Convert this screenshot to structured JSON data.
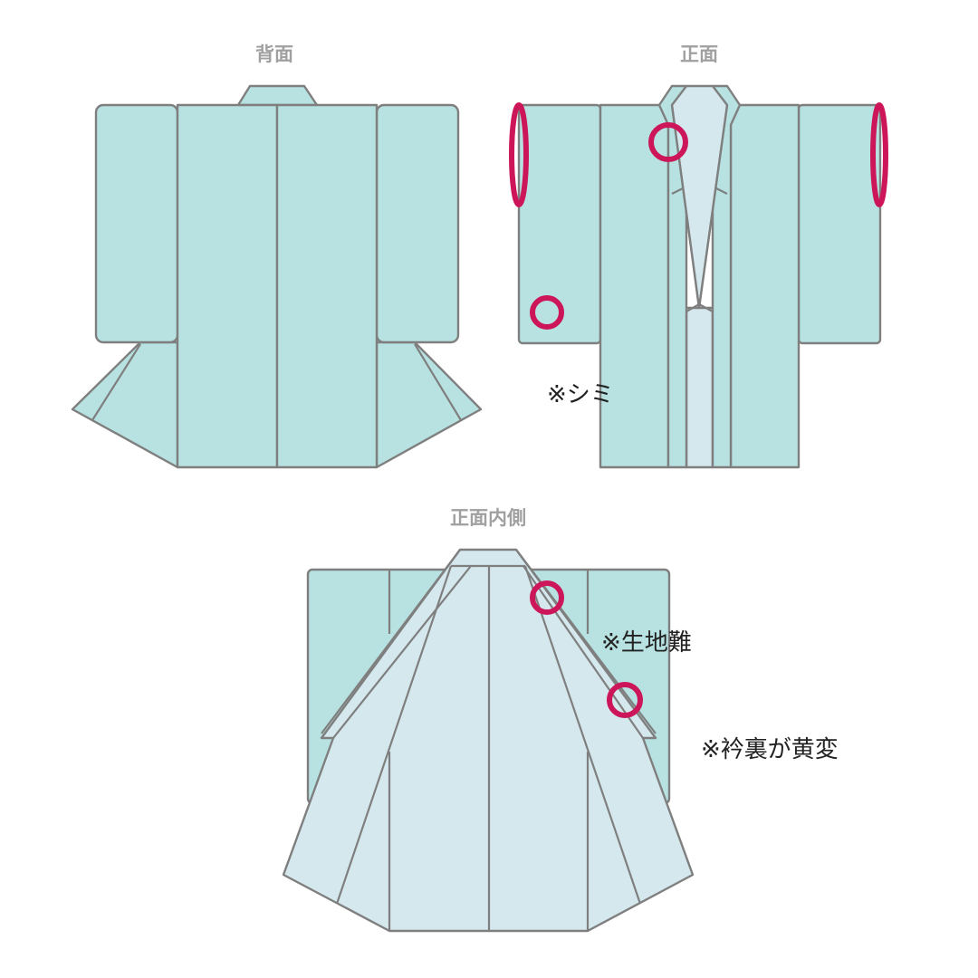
{
  "views": {
    "back": {
      "title": "背面"
    },
    "front": {
      "title": "正面"
    },
    "inside": {
      "title": "正面内側"
    }
  },
  "notes": {
    "stain": "※シミ",
    "fabric_damage": "※生地難",
    "collar_yellowing": "※衿裏が黄変"
  },
  "colors": {
    "outer_fabric": "#b7e2e1",
    "lining_fabric": "#d4e8ee",
    "outline": "#7f7f7f",
    "defect_marker": "#cc1659",
    "title_text": "#a0a0a0",
    "note_text": "#222222"
  }
}
